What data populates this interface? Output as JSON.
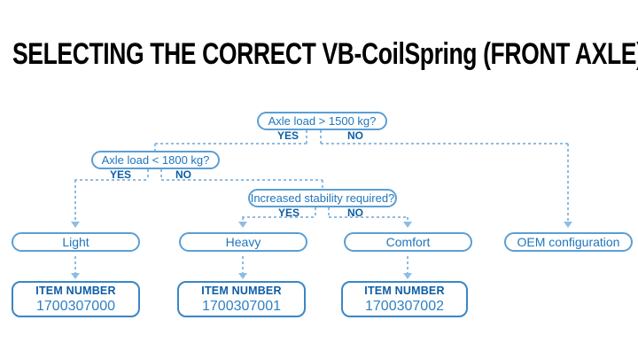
{
  "title": "SELECTING THE CORRECT VB-CoilSpring (FRONT AXLE)",
  "flowchart": {
    "decisions": [
      {
        "question": "Axle load > 1500 kg?",
        "yes_label": "YES",
        "no_label": "NO"
      },
      {
        "question": "Axle load < 1800 kg?",
        "yes_label": "YES",
        "no_label": "NO"
      },
      {
        "question": "Increased stability required?",
        "yes_label": "YES",
        "no_label": "NO"
      }
    ],
    "outcomes": [
      {
        "label": "Light",
        "item_number_label": "ITEM NUMBER",
        "item_number": "1700307000"
      },
      {
        "label": "Heavy",
        "item_number_label": "ITEM NUMBER",
        "item_number": "1700307001"
      },
      {
        "label": "Comfort",
        "item_number_label": "ITEM NUMBER",
        "item_number": "1700307002"
      },
      {
        "label": "OEM configuration"
      }
    ]
  },
  "colors": {
    "background": "#ffffff",
    "title_text": "#000000",
    "question_text": "#2176bc",
    "box_border": "#5b9fd4",
    "yes_no_text": "#0d5da5",
    "connector": "#8fbce2",
    "item_box_border": "#3a86c8",
    "item_label_text": "#0d5da5",
    "item_number_text": "#2e80c4"
  }
}
